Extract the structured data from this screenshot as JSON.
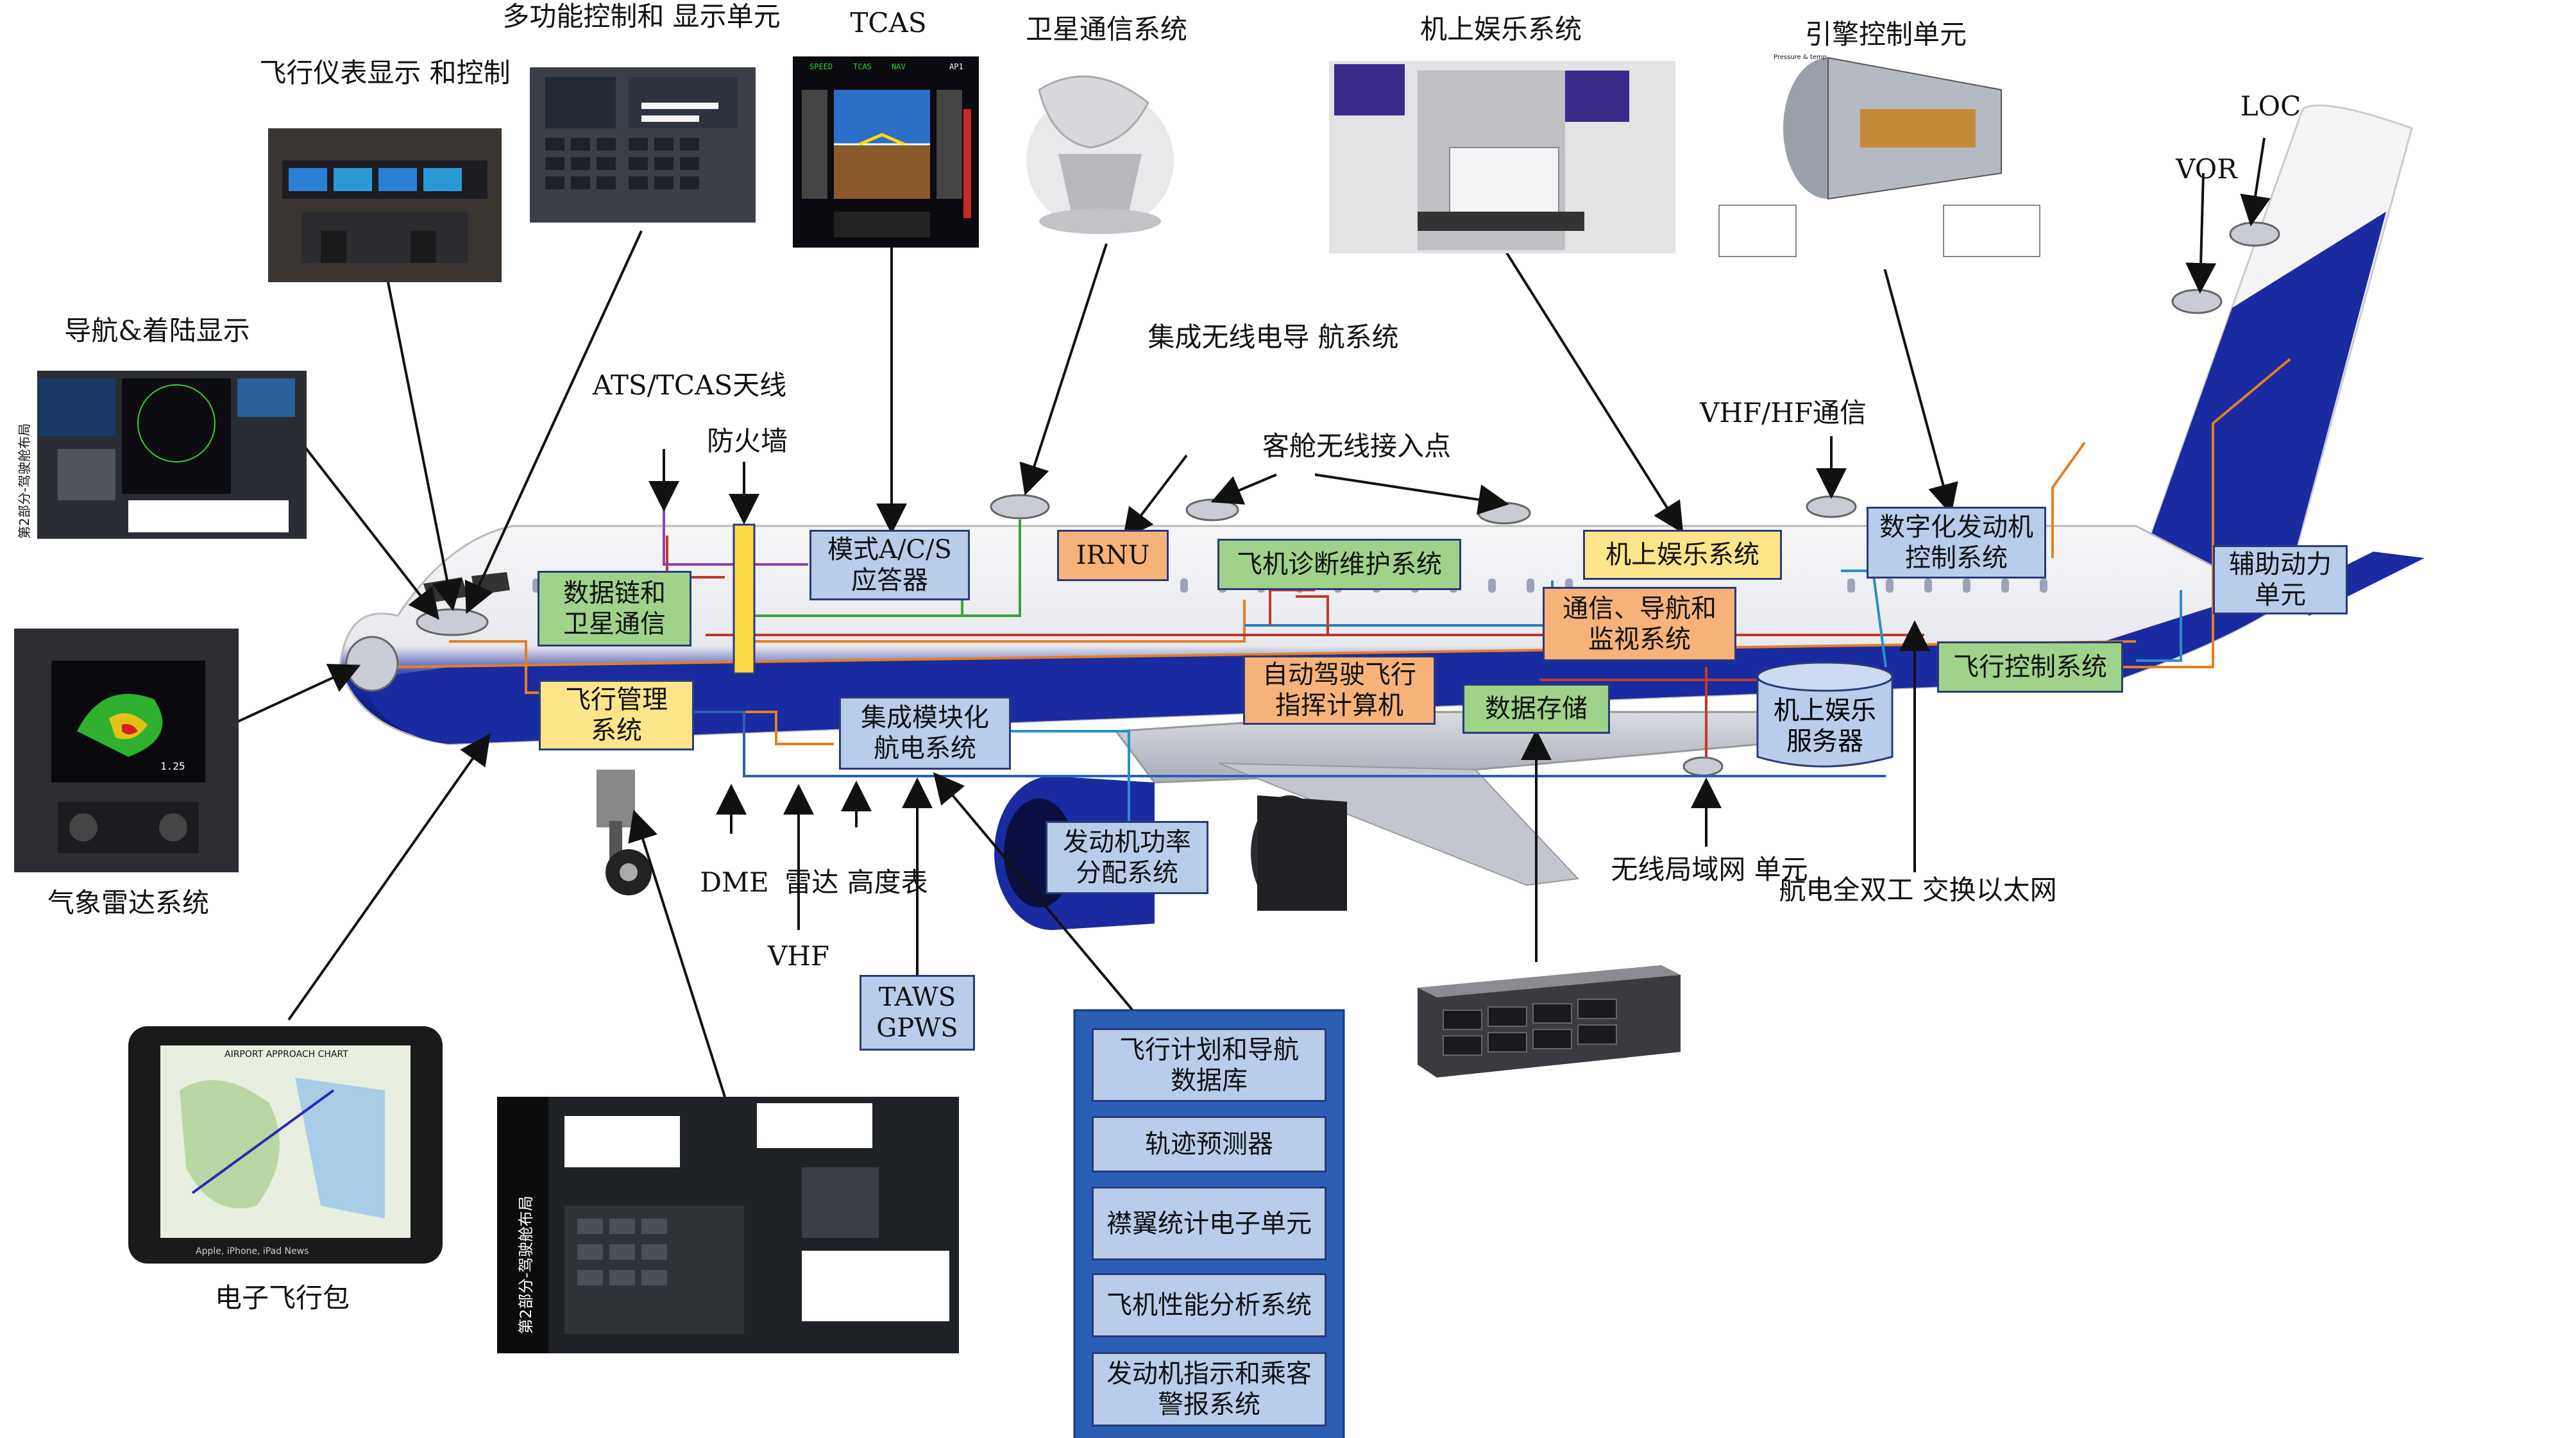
{
  "captions": {
    "flight_display": "飞行仪表显示\n和控制",
    "mcdu": "多功能控制和\n显示单元",
    "tcas": "TCAS",
    "satcom": "卫星通信系统",
    "ife_top": "机上娱乐系统",
    "engine_ctrl": "引擎控制单元",
    "loc": "LOC",
    "vor": "VOR",
    "nav_landing": "导航&着陆显示",
    "ats_tcas_antenna": "ATS/TCAS天线",
    "firewall": "防火墙",
    "integrated_radio": "集成无线电导\n航系统",
    "cabin_wap": "客舱无线接入点",
    "vhf_hf": "VHF/HF通信",
    "weather_radar": "气象雷达系统",
    "dme": "DME",
    "vhf": "VHF",
    "radar_alt": "雷达\n高度表",
    "wlan": "无线局域网\n单元",
    "afdx": "航电全双工\n交换以太网",
    "efb": "电子飞行包"
  },
  "boxes": {
    "datalink": "数据链和\n卫星通信",
    "mode_acs": "模式A/C/S\n应答器",
    "irnu": "IRNU",
    "diag": "飞机诊断维护系统",
    "ife": "机上娱乐系统",
    "fadec": "数字化发动机\n控制系统",
    "apu": "辅助动力\n单元",
    "fms": "飞行管理\n系统",
    "ima": "集成模块化\n航电系统",
    "autopilot": "自动驾驶飞行\n指挥计算机",
    "data_storage": "数据存储",
    "cns": "通信、导航和\n监视系统",
    "ife_server": "机上娱乐\n服务器",
    "fcs": "飞行控制系统",
    "engine_power": "发动机功率\n分配系统",
    "taws": "TAWS\nGPWS"
  },
  "fms_list": [
    "飞行计划和导航\n数据库",
    "轨迹预测器",
    "襟翼统计电子单元",
    "飞机性能分析系统",
    "发动机指示和乘客\n警报系统"
  ],
  "photo_text": {
    "nav_side": "第2部分-驾驶舱布局",
    "cockpit_side": "第2部分-驾驶舱布局",
    "efb_footer": "Apple, iPhone, iPad News",
    "efb_title": "AIRPORT APPROACH CHART",
    "pfd_speed": "SPEED",
    "pfd_tcas": "TCAS",
    "pfd_nav": "NAV",
    "pfd_ap": "AP1",
    "engine_label": "Pressure & temp",
    "wr_range": "1.25"
  },
  "colors": {
    "fuselage_blue": "#1a2aa0",
    "green_box": "#9fd38a",
    "yellow_box": "#ffe58a",
    "blue_box": "#b9cdea",
    "orange_box": "#f7b27a",
    "outer_list": "#2a5fb5"
  }
}
